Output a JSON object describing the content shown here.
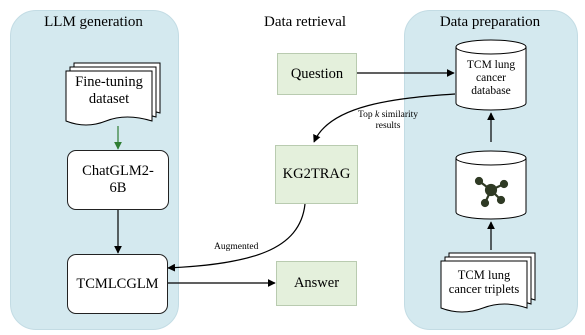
{
  "sections": {
    "llm_generation": "LLM generation",
    "data_retrieval": "Data retrieval",
    "data_preparation": "Data preparation"
  },
  "nodes": {
    "fine_tuning_line1": "Fine-tuning",
    "fine_tuning_line2": "dataset",
    "chatglm_line1": "ChatGLM2-",
    "chatglm_line2": "6B",
    "tcmlcglm": "TCMLCGLM",
    "question": "Question",
    "kg2trag": "KG2TRAG",
    "answer": "Answer",
    "database_line1": "TCM lung",
    "database_line2": "cancer",
    "database_line3": "database",
    "triplets_line1": "TCM lung",
    "triplets_line2": "cancer triplets"
  },
  "edge_labels": {
    "topk_part1": "Top ",
    "topk_k": "k",
    "topk_part2": " similarity",
    "topk_line2": "results",
    "augmented": "Augmented"
  },
  "colors": {
    "panel_fill": "#d4e9ef",
    "box_fill": "#e4f0dc",
    "node_dark": "#2f3a24"
  }
}
